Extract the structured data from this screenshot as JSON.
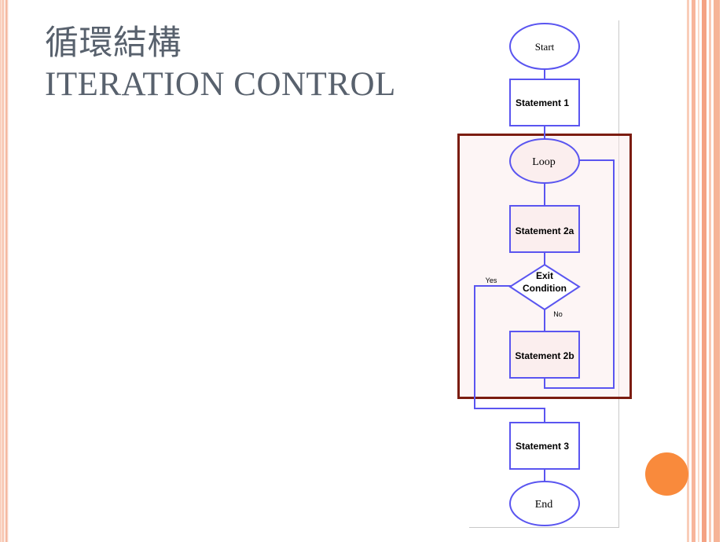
{
  "title": {
    "line1": "循環結構",
    "line2": "ITERATION CONTROL"
  },
  "flowchart": {
    "start": "Start",
    "statement1": "Statement 1",
    "loop": "Loop",
    "statement2a": "Statement 2a",
    "exit_condition_line1": "Exit",
    "exit_condition_line2": "Condition",
    "yes_label": "Yes",
    "no_label": "No",
    "statement2b": "Statement 2b",
    "statement3": "Statement 3",
    "end": "End"
  },
  "colors": {
    "title": "#58616d",
    "shape_stroke": "#5a55f0",
    "highlight_border": "#7b1c10",
    "accent_dot": "#f98a3c",
    "border_stripe": "#f6b89f"
  }
}
